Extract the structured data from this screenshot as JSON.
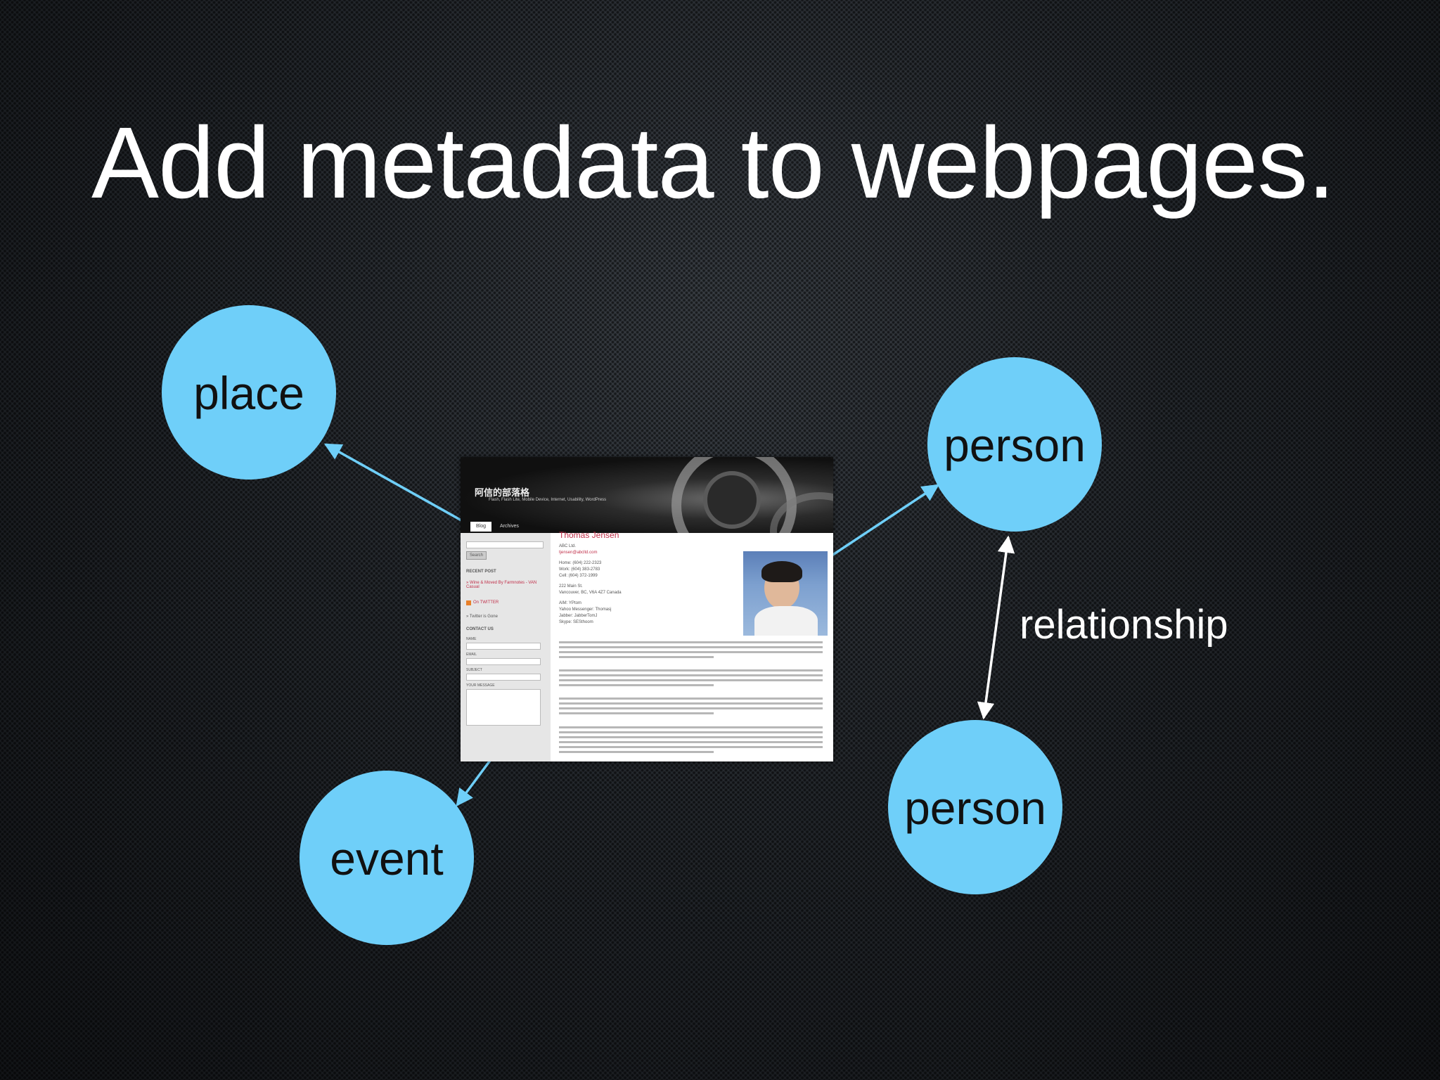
{
  "title": "Add metadata to webpages.",
  "colors": {
    "node_fill": "#6fcff9",
    "arrow": "#6fcff9",
    "relationship_arrow": "#ffffff"
  },
  "nodes": {
    "place": "place",
    "person_top": "person",
    "event": "event",
    "person_bottom": "person"
  },
  "edge_label": "relationship",
  "webpage": {
    "site_title": "阿信的部落格",
    "site_tagline": "Flash, Flash Lite, Mobile Device, Internet, Usability, WordPress",
    "tabs": [
      "Blog",
      "Archives"
    ],
    "search_button": "Search",
    "sidebar_heading_recent": "RECENT POST",
    "sidebar_post": "» Wine & Moved By Farmnotes - VAN Casual",
    "sidebar_feed": "On TWITTER",
    "sidebar_twitter": "» Twitter is Gone",
    "sidebar_heading_contact": "CONTACT US",
    "sidebar_fields": [
      "NAME",
      "EMAIL",
      "SUBJECT",
      "YOUR MESSAGE"
    ],
    "profile_name": "Thomas Jensen",
    "contact_lines": [
      "ABC Ltd.",
      "tjensen@abcltd.com",
      "Home: (604) 222-2323",
      "Work: (604) 383-2783",
      "Cell: (604) 372-1999",
      "222 Main St.",
      "Vancouver, BC, V6A 4Z7 Canada",
      "AIM: YPtom",
      "Yahoo Messenger: Thomasj",
      "Jabber: JabberTomJ",
      "Skype: SESthoom"
    ]
  }
}
